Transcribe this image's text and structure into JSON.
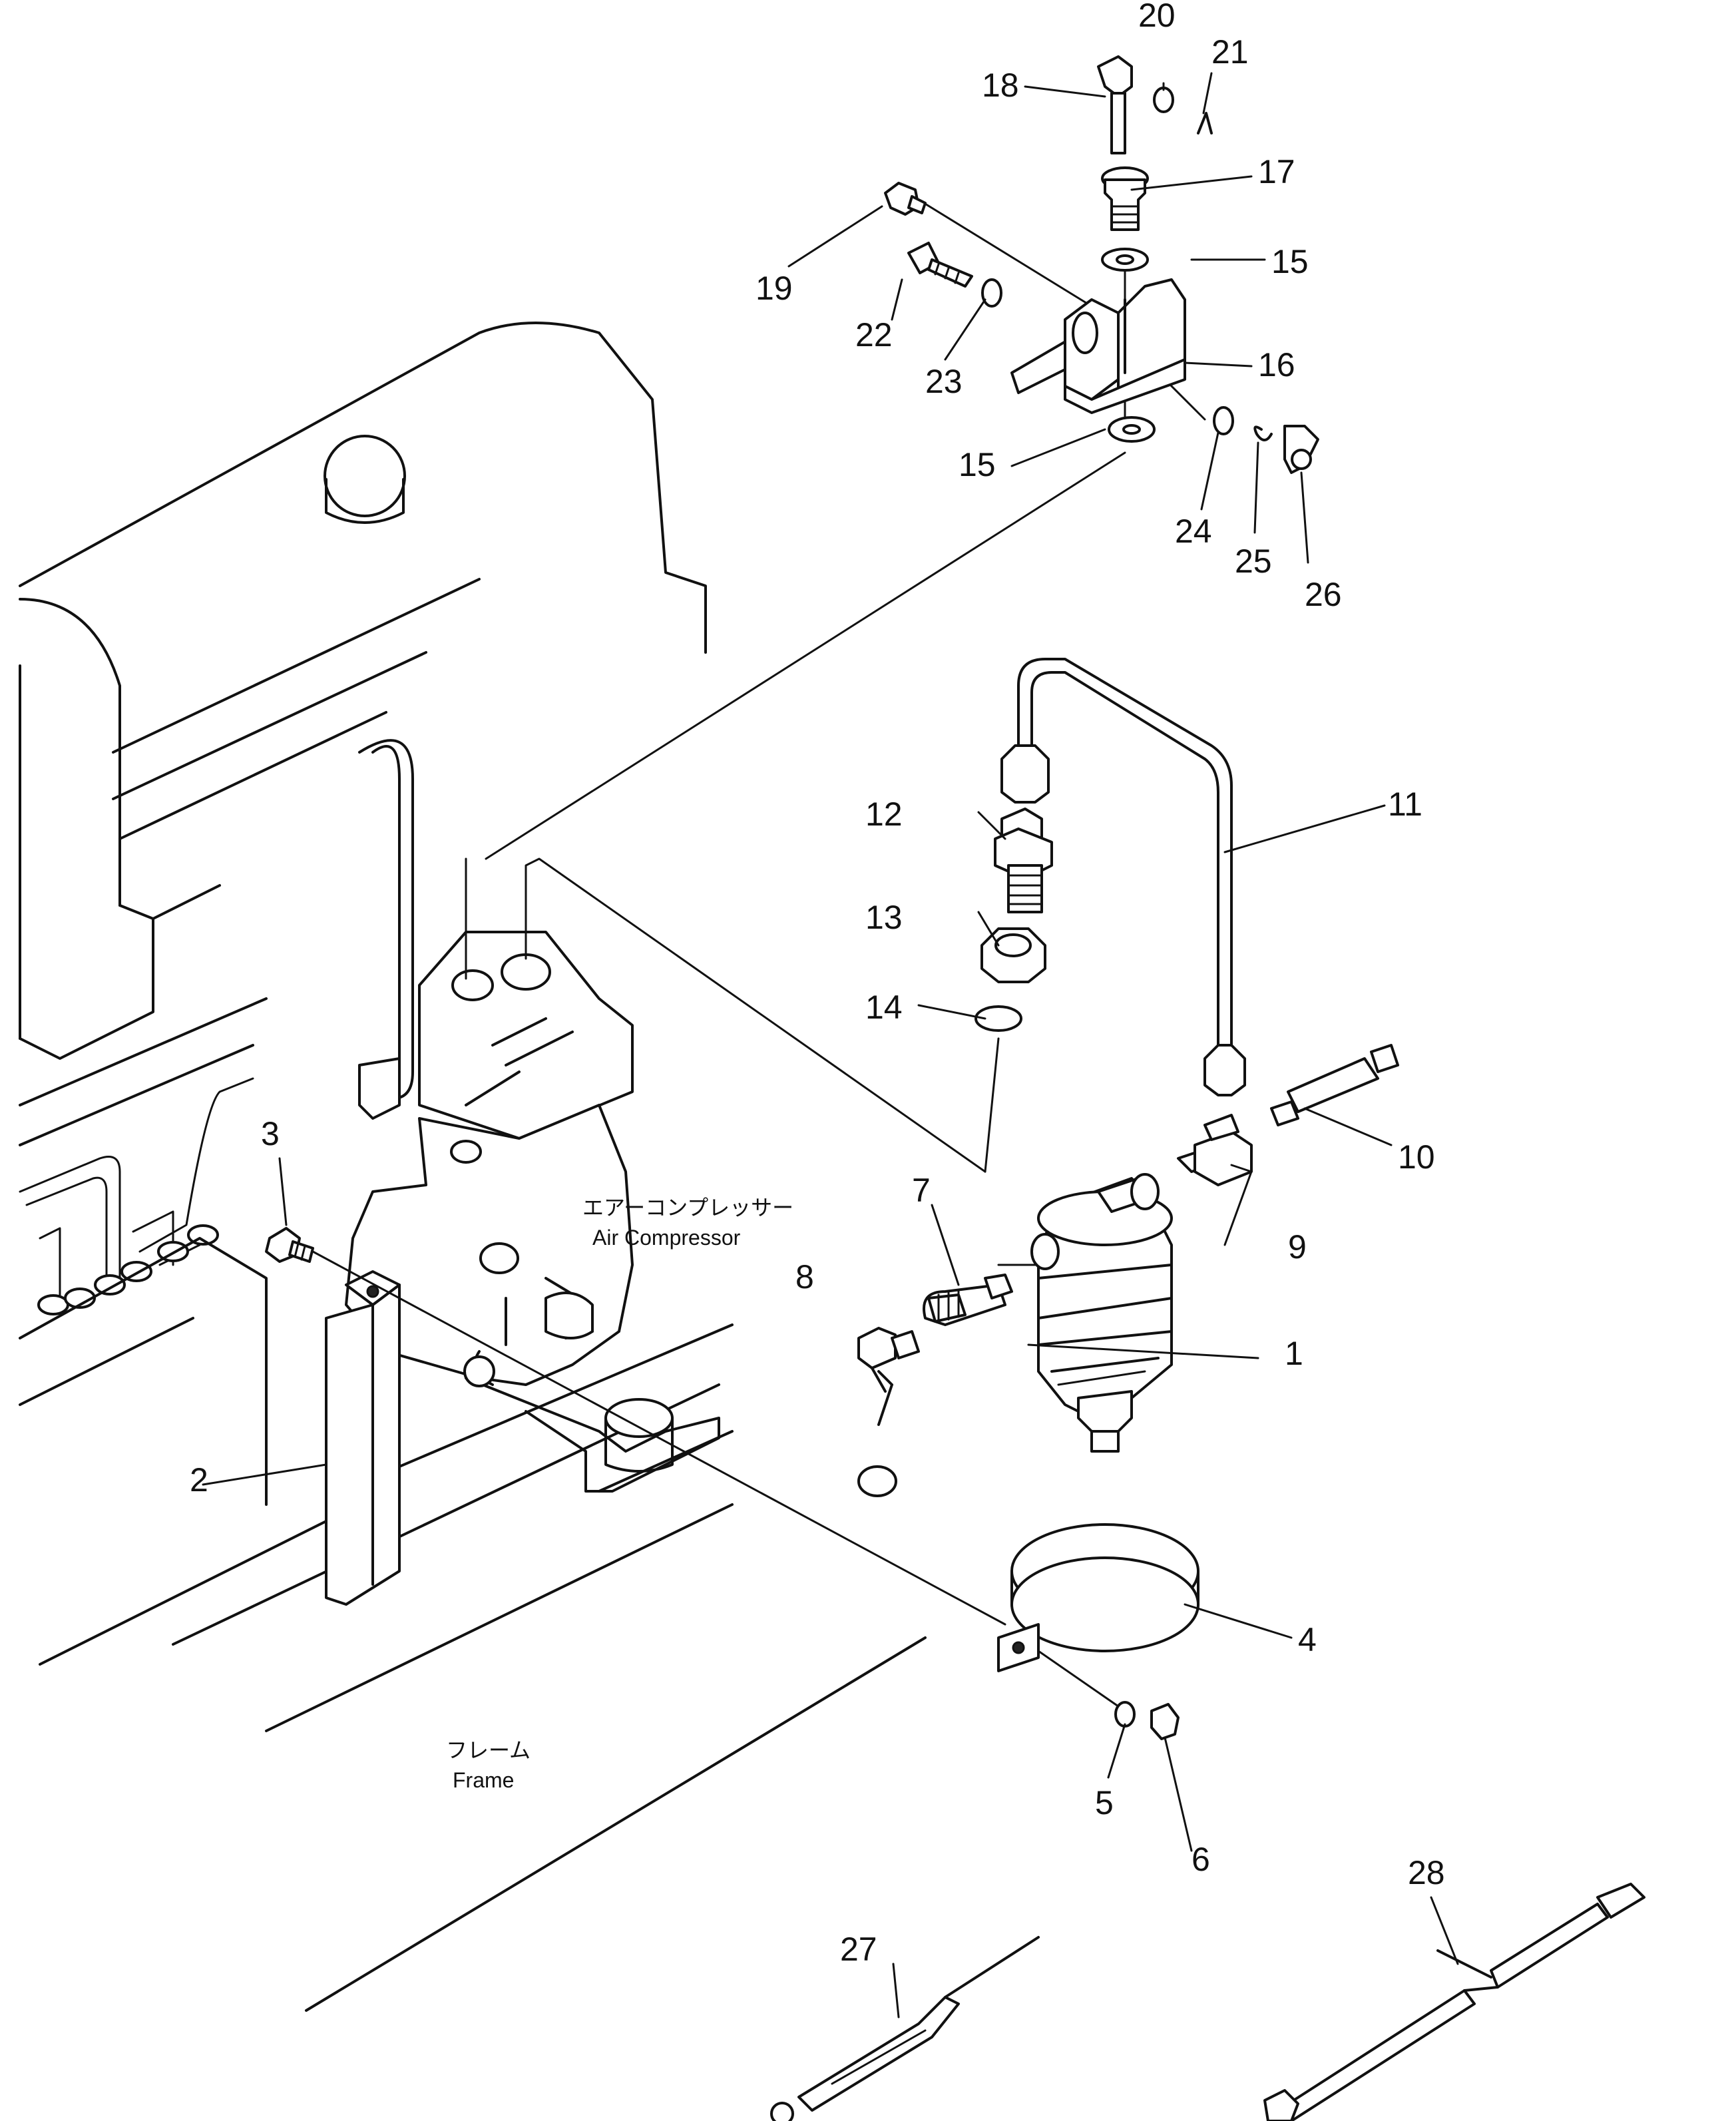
{
  "labels": {
    "air_compressor_jp": "エアーコンプレッサー",
    "air_compressor_en": "Air Compressor",
    "frame_jp": "フレーム",
    "frame_en": "Frame"
  },
  "callouts": [
    "1",
    "2",
    "3",
    "4",
    "5",
    "6",
    "7",
    "8",
    "9",
    "10",
    "11",
    "12",
    "13",
    "14",
    "15",
    "15",
    "16",
    "17",
    "18",
    "19",
    "20",
    "21",
    "22",
    "23",
    "24",
    "25",
    "26",
    "27",
    "28"
  ]
}
